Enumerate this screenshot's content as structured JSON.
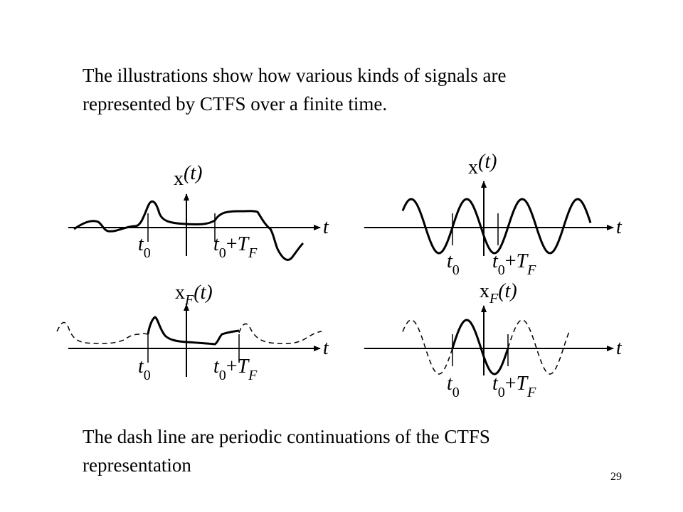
{
  "slide": {
    "intro_text": "The illustrations show how various kinds of signals are\nrepresented by CTFS over a finite time.",
    "outro_text": "The dash line are periodic continuations of the CTFS\nrepresentation",
    "page_number": "29"
  },
  "panels": {
    "top_left": {
      "y_label": "x",
      "y_sub": "",
      "y_arg": "(t)",
      "x_label": "t",
      "t0": "t",
      "t0_sub": "0",
      "tf_plus": "+",
      "tf": "T",
      "tf_sub": "F"
    },
    "top_right": {
      "y_label": "x",
      "y_sub": "",
      "y_arg": "(t)",
      "x_label": "t",
      "t0": "t",
      "t0_sub": "0",
      "tf_plus": "+",
      "tf": "T",
      "tf_sub": "F"
    },
    "bottom_left": {
      "y_label": "x",
      "y_sub": "F",
      "y_arg": "(t)",
      "x_label": "t",
      "t0": "t",
      "t0_sub": "0",
      "tf_plus": "+",
      "tf": "T",
      "tf_sub": "F"
    },
    "bottom_right": {
      "y_label": "x",
      "y_sub": "F",
      "y_arg": "(t)",
      "x_label": "t",
      "t0": "t",
      "t0_sub": "0",
      "tf_plus": "+",
      "tf": "T",
      "tf_sub": "F"
    }
  }
}
